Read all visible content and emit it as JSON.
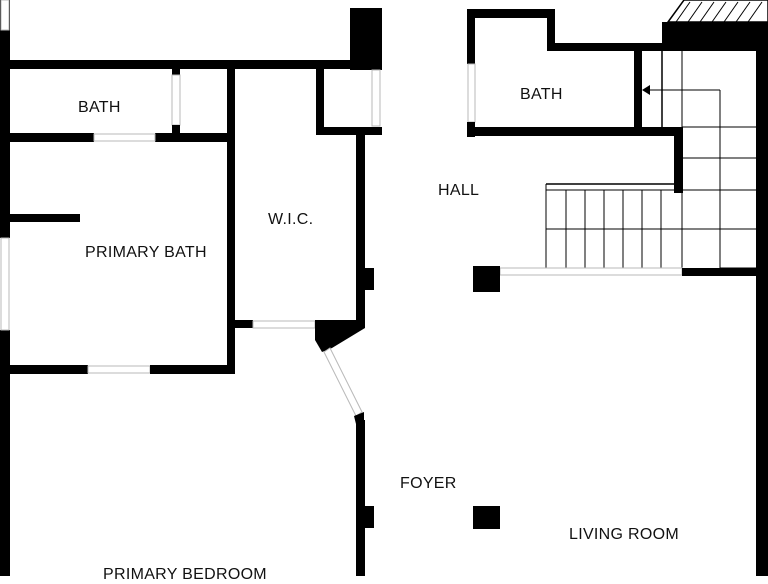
{
  "plan": {
    "wall_color": "#000000",
    "background_color": "#ffffff",
    "rooms": {
      "bath_left": "BATH",
      "bath_right": "BATH",
      "primary_bath": "PRIMARY BATH",
      "wic": "W.I.C.",
      "hall": "HALL",
      "foyer": "FOYER",
      "living_room": "LIVING ROOM",
      "primary_bedroom": "PRIMARY BEDROOM"
    },
    "stair_direction_icon": "arrow-left-icon"
  }
}
